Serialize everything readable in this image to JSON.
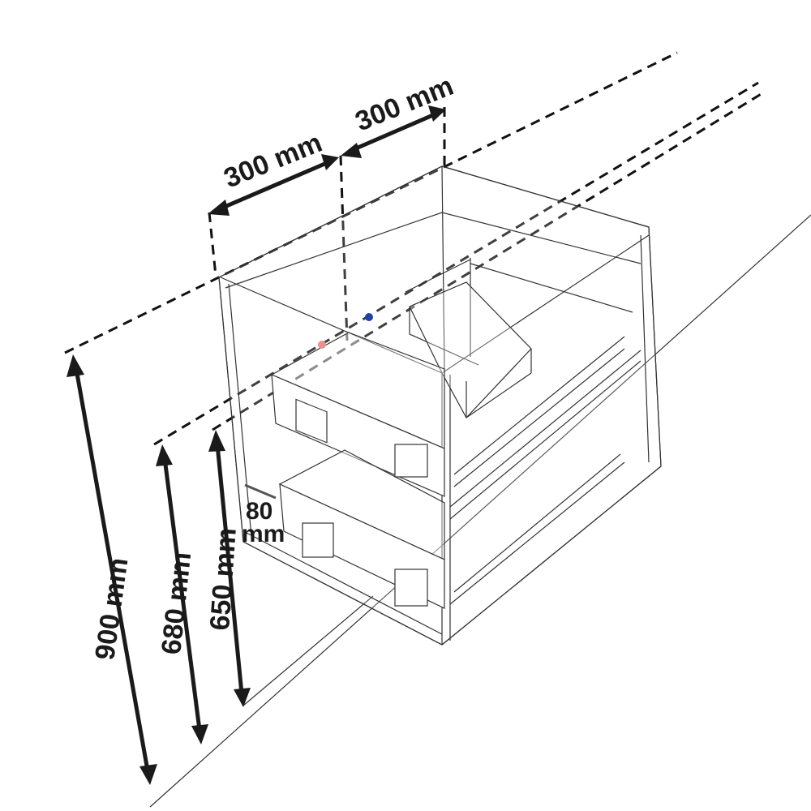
{
  "title": "Drawer cabinet dimensions",
  "dimensions": {
    "width_left": "300 mm",
    "width_right": "300 mm",
    "height_total": "900 mm",
    "height_mid": "680 mm",
    "height_low": "650 mm",
    "plinth_value": "80",
    "plinth_unit": "mm"
  },
  "colors": {
    "line": "#333333",
    "arrow": "#1a1a1a",
    "marker_blue": "#1e3fb0",
    "marker_red": "#e89090"
  }
}
